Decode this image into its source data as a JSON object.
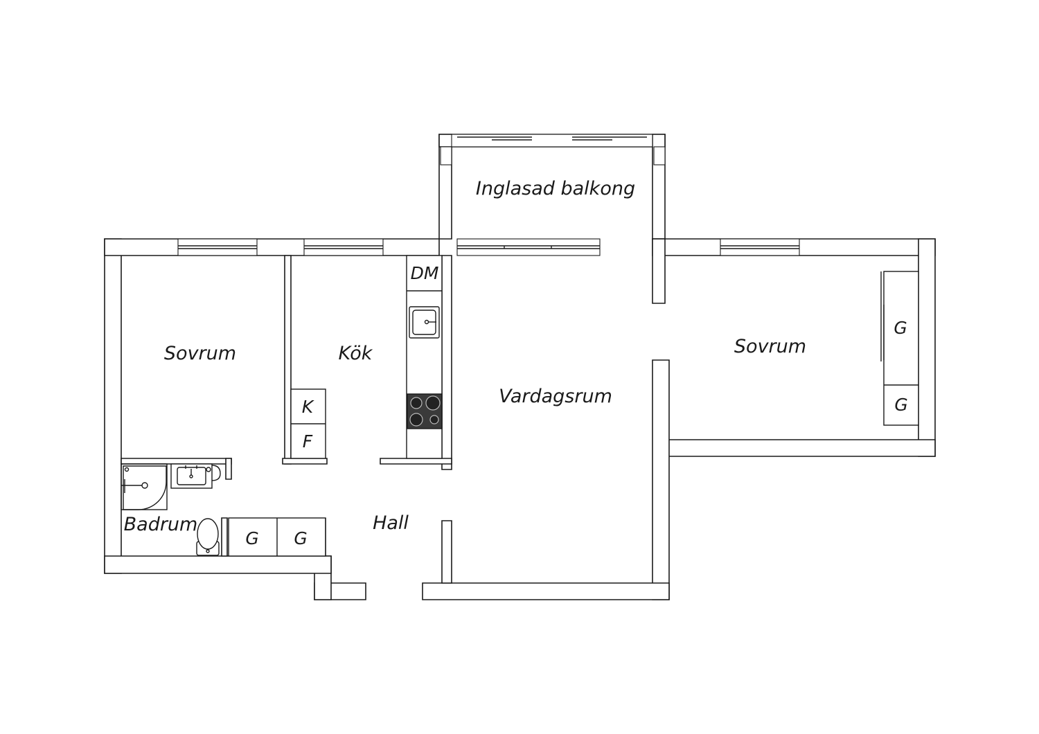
{
  "colors": {
    "line": "#1a1a1a",
    "background": "#ffffff",
    "stove": "#3a3a3a"
  },
  "rooms": {
    "balcony": "Inglasad balkong",
    "bedroom_left": "Sovrum",
    "kitchen": "Kök",
    "living_room": "Vardagsrum",
    "bedroom_right": "Sovrum",
    "bathroom": "Badrum",
    "hall": "Hall"
  },
  "fixtures": {
    "dishwasher": "DM",
    "fridge": "K",
    "freezer": "F",
    "wardrobe": "G"
  }
}
